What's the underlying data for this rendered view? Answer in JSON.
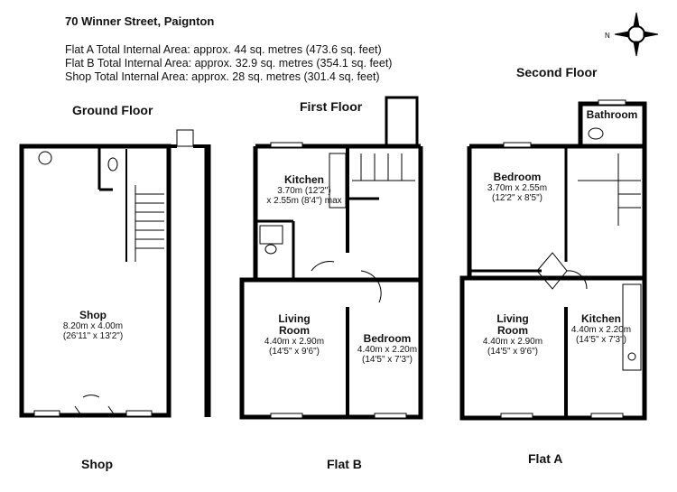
{
  "title": "70 Winner Street, Paignton",
  "areas": [
    "Flat A Total Internal Area: approx. 44 sq. metres (473.6  sq. feet)",
    "Flat B Total Internal Area: approx. 32.9 sq. metres (354.1 sq. feet)",
    "Shop Total Internal Area: approx. 28 sq. metres (301.4 sq. feet)"
  ],
  "compass_label": "N",
  "floors": {
    "ground": "Ground Floor",
    "first": "First Floor",
    "second": "Second Floor"
  },
  "units": {
    "shop": "Shop",
    "flat_b": "Flat B",
    "flat_a": "Flat A"
  },
  "rooms": {
    "shop": {
      "name": "Shop",
      "dim_m": "8.20m x 4.00m",
      "dim_ft": "(26'11\" x 13'2\")"
    },
    "kitchen_b": {
      "name": "Kitchen",
      "dim_m": "3.70m (12'2\")",
      "dim_ft": "x 2.55m (8'4\") max"
    },
    "living_b": {
      "name": "Living",
      "name2": "Room",
      "dim_m": "4.40m x 2.90m",
      "dim_ft": "(14'5\" x 9'6\")"
    },
    "bedroom_b": {
      "name": "Bedroom",
      "dim_m": "4.40m x 2.20m",
      "dim_ft": "(14'5\" x 7'3\")"
    },
    "bathroom_a": {
      "name": "Bathroom"
    },
    "bedroom_a": {
      "name": "Bedroom",
      "dim_m": "3.70m x 2.55m",
      "dim_ft": "(12'2\" x 8'5\")"
    },
    "living_a": {
      "name": "Living",
      "name2": "Room",
      "dim_m": "4.40m x 2.90m",
      "dim_ft": "(14'5\" x 9'6\")"
    },
    "kitchen_a": {
      "name": "Kitchen",
      "dim_m": "4.40m x 2.20m",
      "dim_ft": "(14'5\" x 7'3\")"
    }
  }
}
